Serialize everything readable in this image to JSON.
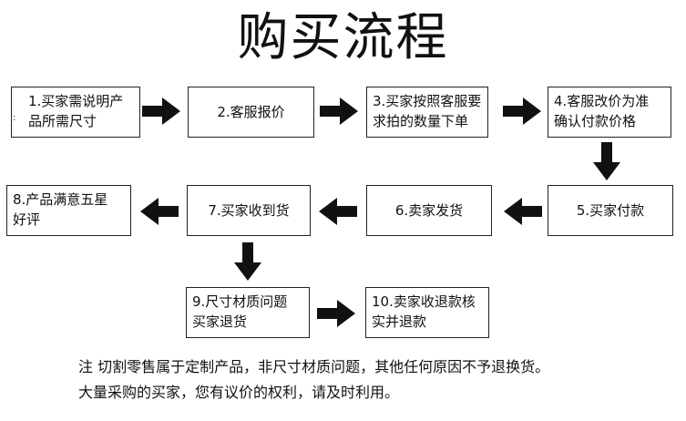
{
  "title": "购买流程",
  "steps": [
    {
      "line1": "1.买家需说明产",
      "line2": "品所需尺寸"
    },
    {
      "text": "2.客服报价"
    },
    {
      "line1": "3.买家按照客服要",
      "line2": "求拍的数量下单"
    },
    {
      "line1": "4.客服改价为准",
      "line2": "确认付款价格"
    },
    {
      "text": "5.买家付款"
    },
    {
      "text": "6.卖家发货"
    },
    {
      "text": "7.买家收到货"
    },
    {
      "line1": "8.产品满意五星",
      "line2": "好评"
    },
    {
      "line1": "9.尺寸材质问题",
      "line2": "买家退货"
    },
    {
      "line1": "10.卖家收退款核",
      "line2": "实并退款"
    }
  ],
  "notes": {
    "line1": "注 切割零售属于定制产品，非尺寸材质问题，其他任何原因不予退换货。",
    "line2": "大量采购的买家，您有议价的权利，请及时利用。"
  },
  "colors": {
    "arrow": "#111111",
    "border": "#222222"
  }
}
